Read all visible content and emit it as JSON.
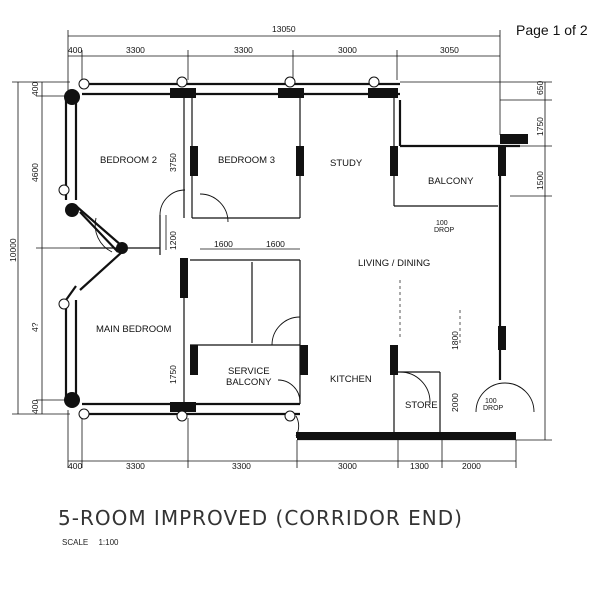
{
  "page_indicator": "Page 1 of 2",
  "plan": {
    "title": "5-ROOM IMPROVED (CORRIDOR END)",
    "scale_label": "SCALE",
    "scale_value": "1:100",
    "rooms": {
      "bedroom2": "BEDROOM 2",
      "bedroom3": "BEDROOM 3",
      "study": "STUDY",
      "balcony": "BALCONY",
      "living_dining": "LIVING / DINING",
      "main_bedroom": "MAIN BEDROOM",
      "service_balcony_1": "SERVICE",
      "service_balcony_2": "BALCONY",
      "kitchen": "KITCHEN",
      "store": "STORE"
    },
    "drops": {
      "value": "100",
      "label": "DROP"
    },
    "dimensions": {
      "top_total": "13050",
      "top": [
        "400",
        "3300",
        "3300",
        "3000",
        "3050"
      ],
      "bottom": [
        "400",
        "3300",
        "3300",
        "3000",
        "1300",
        "2000"
      ],
      "left_total": "10000",
      "left": [
        "400",
        "4600",
        "4?",
        "400"
      ],
      "right": [
        "650",
        "1750",
        "1500"
      ],
      "interior": {
        "d3750": "3750",
        "d1200": "1200",
        "d1750": "1750",
        "d1600a": "1600",
        "d1600b": "1600",
        "d1800": "1800",
        "d2000": "2000"
      }
    }
  }
}
